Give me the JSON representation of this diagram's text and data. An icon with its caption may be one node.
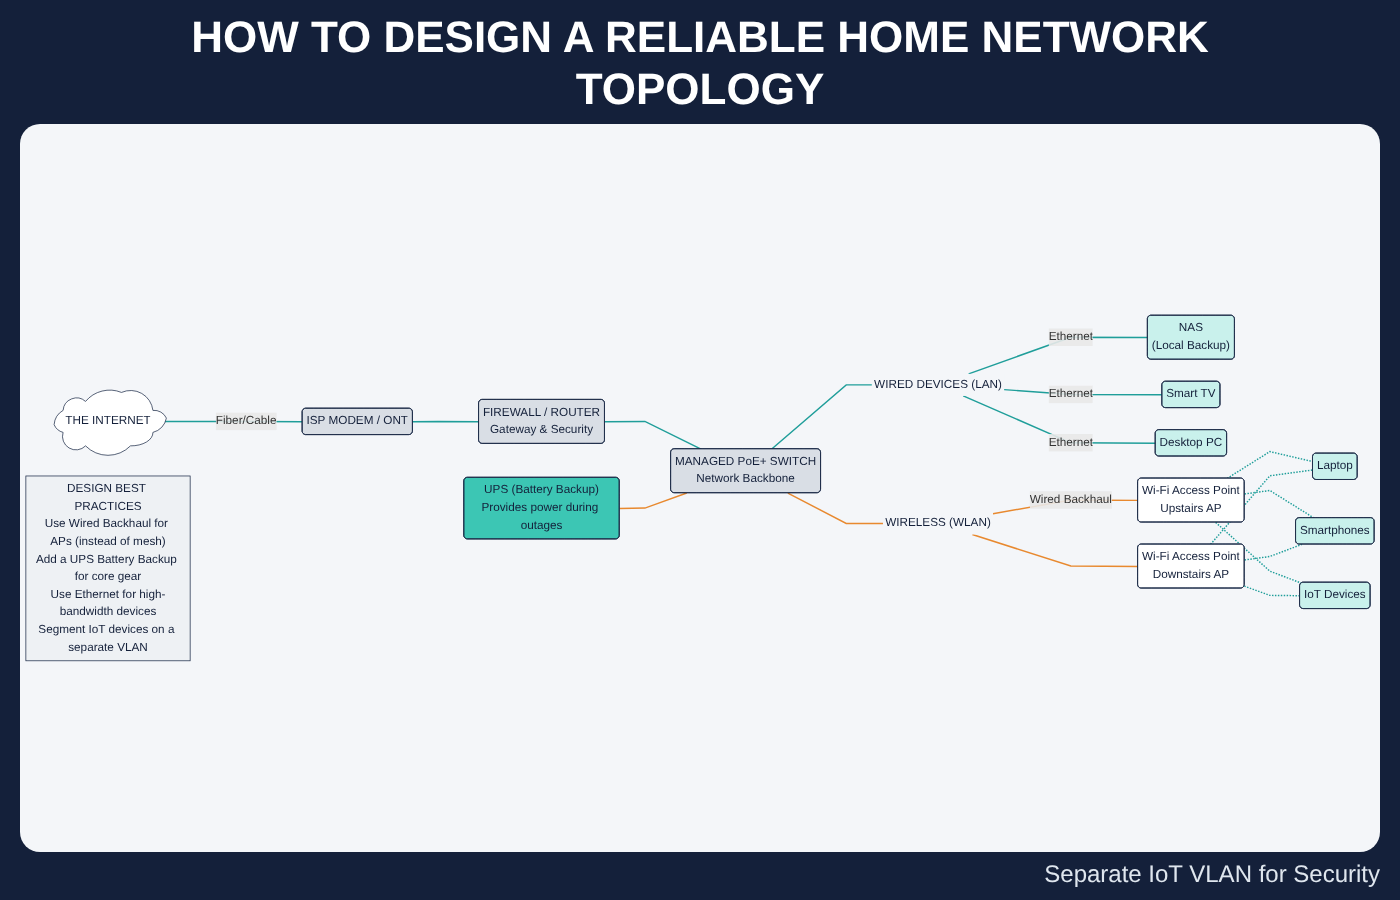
{
  "diagram": {
    "title": "HOW TO DESIGN A RELIABLE HOME NETWORK TOPOLOGY",
    "nodes": [
      {
        "text": [
          "THE INTERNET"
        ]
      },
      {
        "text": [
          "ISP MODEM / ONT"
        ]
      },
      {
        "text": [
          "FIREWALL / ROUTER",
          "Gateway & Security"
        ]
      },
      {
        "text": [
          "MANAGED PoE+ SWITCH",
          "Network Backbone"
        ]
      },
      {
        "text": [
          "UPS (Battery Backup)",
          "Provides power during outages"
        ]
      },
      {
        "text": [
          "WIRED DEVICES (LAN)"
        ]
      },
      {
        "text": [
          "NAS",
          "(Local Backup)"
        ]
      },
      {
        "text": [
          "Smart TV"
        ]
      },
      {
        "text": [
          "Desktop PC"
        ]
      },
      {
        "text": [
          "WIRELESS (WLAN)"
        ]
      },
      {
        "text": [
          "Wi-Fi Access Point",
          "Upstairs AP"
        ]
      },
      {
        "text": [
          "Wi-Fi Access Point",
          "Downstairs AP"
        ]
      },
      {
        "text": [
          "Laptop"
        ]
      },
      {
        "text": [
          "Smartphones"
        ]
      },
      {
        "text": [
          "IoT Devices"
        ]
      },
      {
        "text": [
          "DESIGN BEST PRACTICES",
          "Use Wired Backhaul for APs (instead of mesh)",
          "Add a UPS Battery Backup for core gear",
          "Use Ethernet for high-bandwidth devices",
          "Segment IoT devices on a separate VLAN"
        ]
      }
    ],
    "edges": [
      {
        "from": 0,
        "to": 1,
        "arrow": "none",
        "label": "Fiber/Cable"
      },
      {
        "from": 1,
        "to": 2,
        "arrow": "none"
      },
      {
        "from": 2,
        "to": 3,
        "arrow": "none"
      },
      {
        "from": 4,
        "to": 3,
        "arrow": "none",
        "color": "#e8892f"
      },
      {
        "from": 3,
        "to": 5,
        "arrow": "none"
      },
      {
        "from": 5,
        "to": 6,
        "arrow": "none",
        "label": "Ethernet"
      },
      {
        "from": 5,
        "to": 7,
        "arrow": "none",
        "label": "Ethernet"
      },
      {
        "from": 5,
        "to": 8,
        "arrow": "none",
        "label": "Ethernet"
      },
      {
        "from": 3,
        "to": 9,
        "arrow": "none",
        "color": "#e8892f"
      },
      {
        "from": 9,
        "to": 10,
        "arrow": "none",
        "label": "Wired Backhaul",
        "color": "#e8892f"
      },
      {
        "from": 9,
        "to": 11,
        "arrow": "none",
        "color": "#e8892f"
      },
      {
        "from": 10,
        "to": 12,
        "arrow": "none",
        "style": "dashed"
      },
      {
        "from": 10,
        "to": 13,
        "arrow": "none",
        "style": "dashed"
      },
      {
        "from": 10,
        "to": 14,
        "arrow": "none",
        "style": "dashed"
      },
      {
        "from": 11,
        "to": 12,
        "arrow": "none",
        "style": "dashed"
      },
      {
        "from": 11,
        "to": 13,
        "arrow": "none",
        "style": "dashed"
      },
      {
        "from": 11,
        "to": 14,
        "arrow": "none",
        "style": "dashed"
      }
    ],
    "labels": [
      "Separate IoT VLAN for Security"
    ]
  }
}
